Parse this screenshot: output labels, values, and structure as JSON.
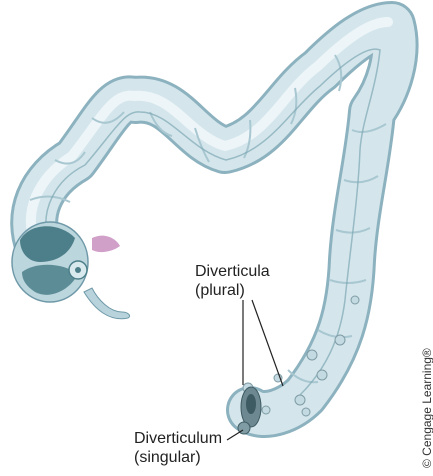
{
  "labels": {
    "diverticula": "Diverticula",
    "plural": "(plural)",
    "diverticulum": "Diverticulum",
    "singular": "(singular)"
  },
  "credit": "© Cengage Learning®",
  "colors": {
    "colon_fill": "#d4e6ec",
    "colon_shadow": "#9fc1cd",
    "colon_dark": "#6f99a8",
    "rectum_inner": "#4d7f8a",
    "appendix": "#c98fc0",
    "pouch": "#7f9ba4",
    "line": "#222222"
  },
  "icons": [
    "colon-illustration"
  ]
}
